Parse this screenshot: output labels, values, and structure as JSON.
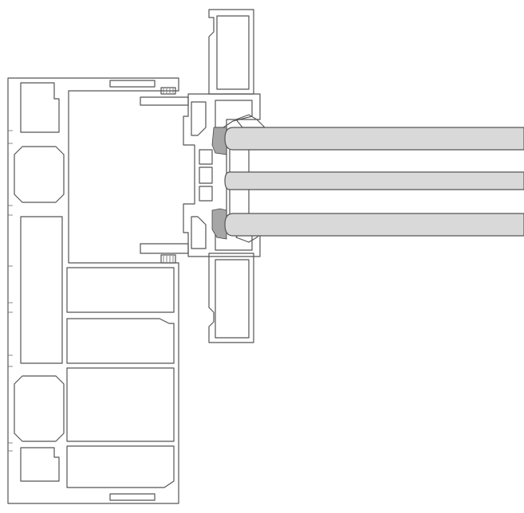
{
  "figure": {
    "kind": "window-frame-cross-section",
    "labels": [],
    "icons": [
      "aluminium-profile",
      "insulating-glass",
      "gasket",
      "thermal-break-strip"
    ]
  },
  "colors": {
    "background": "#ffffff",
    "outline": "#555555",
    "glass": "#d9d9d9",
    "gasket": "#a6a6a6"
  },
  "glazing": {
    "panes": 3
  }
}
